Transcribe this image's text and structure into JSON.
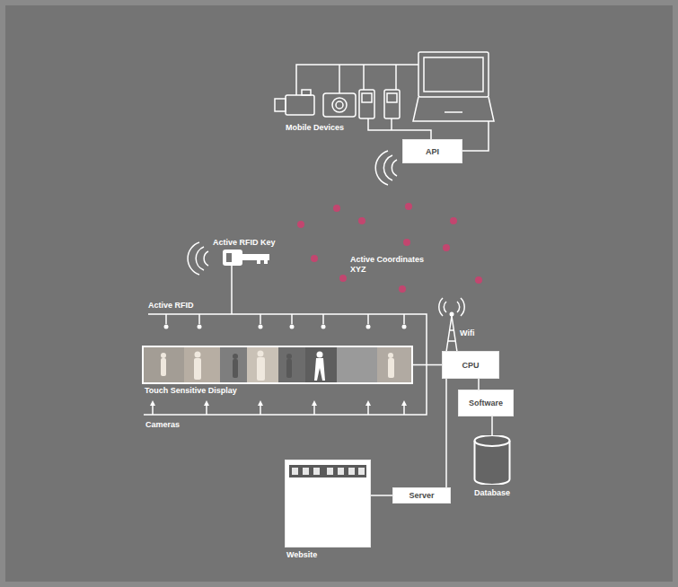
{
  "diagram": {
    "nodes": [
      {
        "text": [
          "API"
        ]
      },
      {
        "text": [
          "Touch Sensitive Display"
        ]
      },
      {
        "text": [
          "CPU"
        ]
      },
      {
        "text": [
          "Software"
        ]
      },
      {
        "text": [
          "Database"
        ]
      },
      {
        "text": [
          "Website"
        ]
      },
      {
        "text": [
          "Server"
        ]
      }
    ],
    "edges": [
      {
        "from": 1,
        "to": 2,
        "arrow": "none"
      },
      {
        "from": 2,
        "to": 3,
        "arrow": "none"
      },
      {
        "from": 3,
        "to": 4,
        "arrow": "none"
      },
      {
        "from": 2,
        "to": 6,
        "arrow": "none"
      },
      {
        "from": 6,
        "to": 5,
        "arrow": "none"
      }
    ],
    "labels": [
      "Mobile Devices",
      "Active RFID Key",
      "Active Coordinates XYZ",
      "Active RFID",
      "Cameras",
      "Wifi"
    ]
  }
}
